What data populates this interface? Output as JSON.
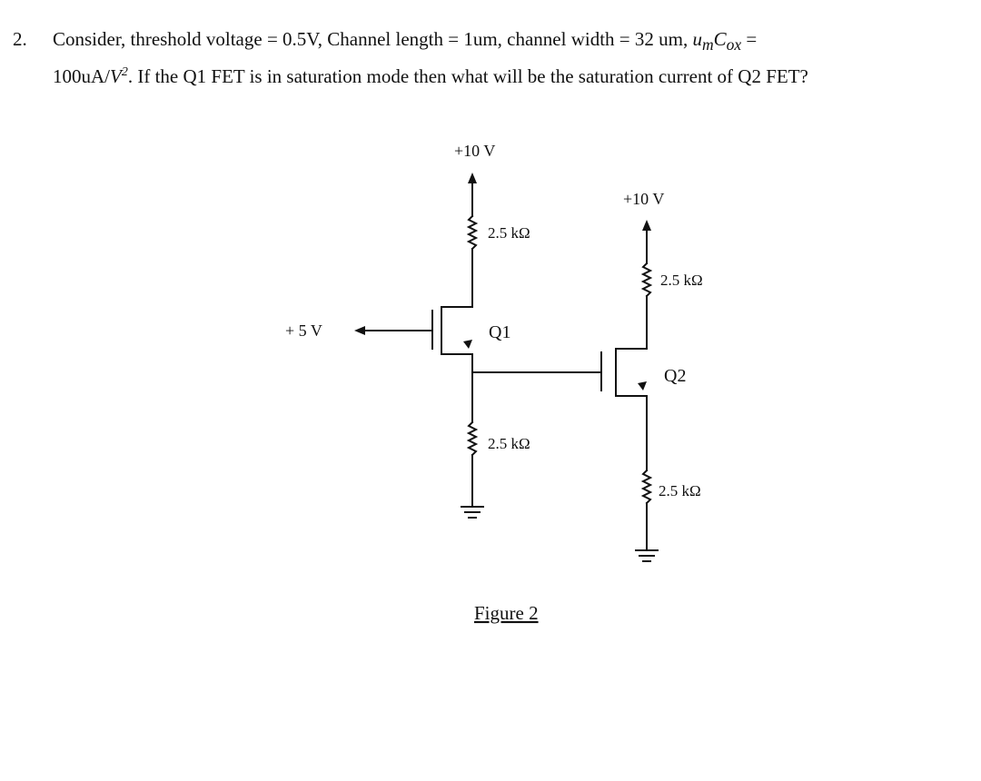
{
  "question": {
    "number": "2.",
    "line1_prefix": "Consider, threshold voltage = 0.5V, Channel length = 1um, channel width = 32 um, ",
    "un_main": "u",
    "un_sub": "m",
    "cox_main": "C",
    "cox_sub": "ox",
    "line1_suffix": " =",
    "line2_prefix": "100uA/",
    "v_main": "V",
    "v_sup": "2",
    "line2_suffix": ". If the Q1 FET is in saturation mode then what will be the saturation current of Q2 FET?"
  },
  "circuit": {
    "q1_supply": "+10 V",
    "q2_supply": "+10 V",
    "q1_drain_resistor": "2.5 kΩ",
    "q1_source_resistor": "2.5 kΩ",
    "q2_drain_resistor": "2.5 kΩ",
    "q2_source_resistor": "2.5 kΩ",
    "gate_input": "+ 5 V",
    "q1_label": "Q1",
    "q2_label": "Q2",
    "caption": "Figure 2"
  }
}
